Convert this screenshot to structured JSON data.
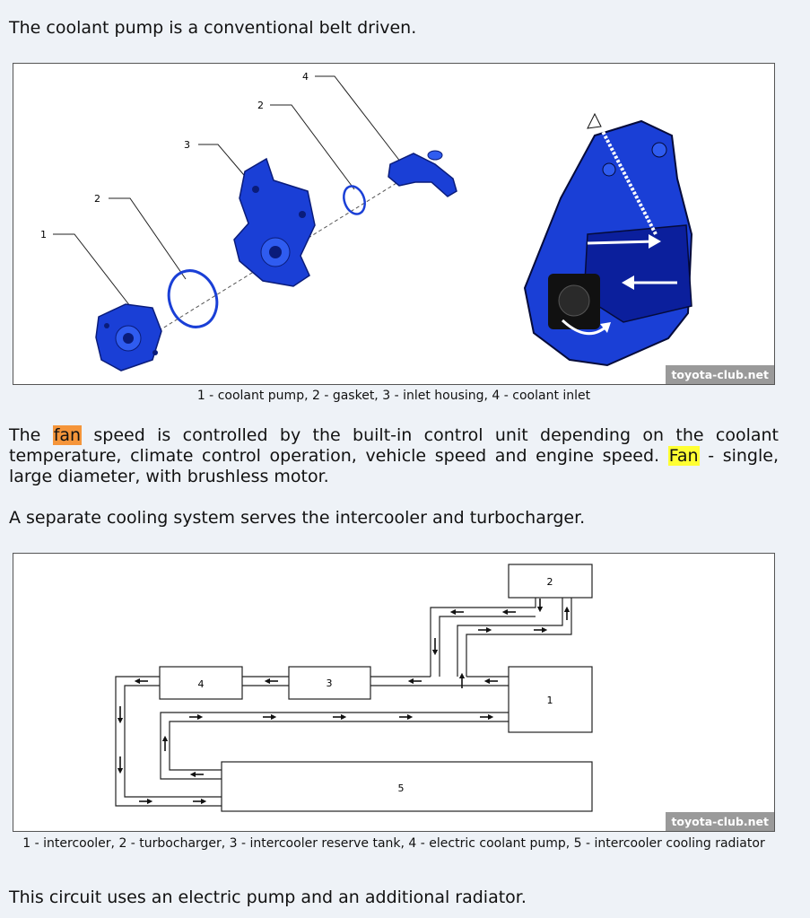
{
  "paragraph1": "The coolant pump is a conventional belt driven.",
  "figure1": {
    "callouts": [
      "1",
      "2",
      "3",
      "4",
      "2"
    ],
    "watermark": "toyota-club.net",
    "caption": "1 - coolant pump, 2 - gasket, 3 - inlet housing, 4 - coolant inlet"
  },
  "paragraph2": {
    "part1": "The ",
    "highlight1": "fan",
    "part2": " speed is controlled by the built-in control unit depending on the coolant temperature, climate control operation, vehicle speed and engine speed. ",
    "highlight2": "Fan",
    "part3": " - single, large diameter, with brushless motor."
  },
  "paragraph3": "A separate cooling system serves the intercooler and turbocharger.",
  "figure2": {
    "box_labels": {
      "b1": "1",
      "b2": "2",
      "b3": "3",
      "b4": "4",
      "b5": "5"
    },
    "watermark": "toyota-club.net",
    "caption": "1 - intercooler, 2 - turbocharger, 3 - intercooler reserve tank, 4 - electric coolant pump, 5 - intercooler cooling radiator"
  },
  "paragraph4": "This circuit uses an electric pump and an additional radiator.",
  "colors": {
    "page_bg": "#eef2f7",
    "part_blue": "#1a3fd6",
    "highlight_orange": "#f5953a",
    "highlight_yellow": "#ffff33",
    "watermark_bg": "#9a9a9a"
  }
}
